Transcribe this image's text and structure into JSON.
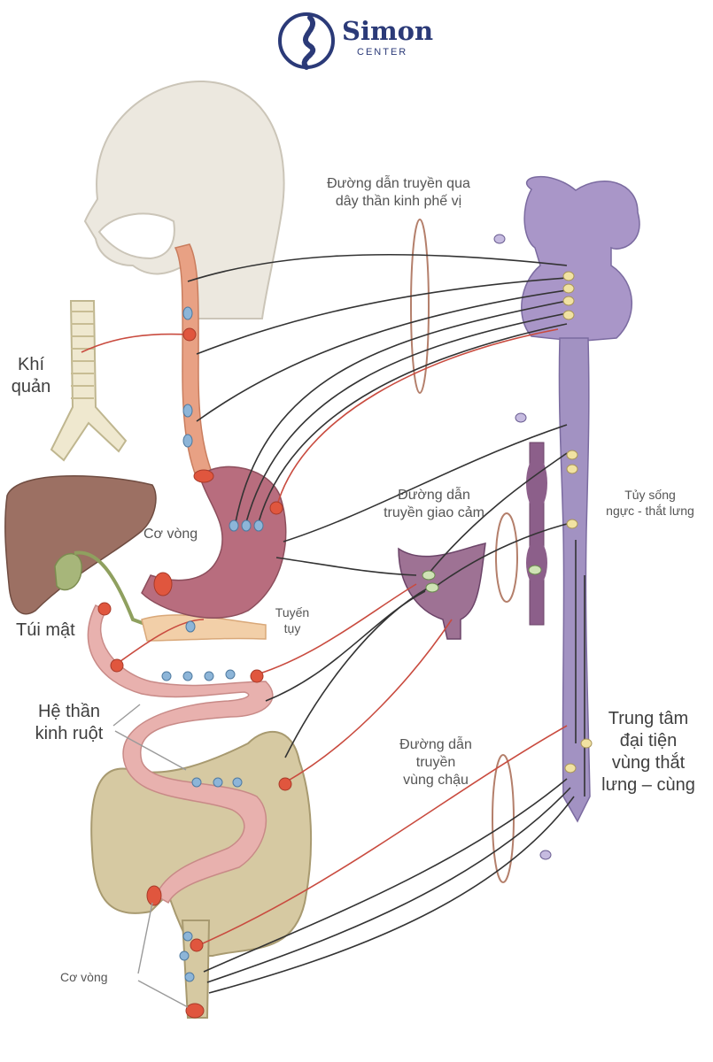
{
  "logo": {
    "name": "Simon",
    "sub": "CENTER",
    "icon": "spine-logo-icon",
    "color": "#2b3a78"
  },
  "labels": {
    "vagal_line1": "Đường dẫn truyền qua",
    "vagal_line2": "dây thần kinh phế vị",
    "trachea_line1": "Khí",
    "trachea_line2": "quản",
    "sphincter_top": "Cơ vòng",
    "sympathetic_line1": "Đường dẫn",
    "sympathetic_line2": "truyền giao cảm",
    "spinal_line1": "Tủy sống",
    "spinal_line2": "ngực - thắt lưng",
    "gallbladder": "Túi mật",
    "pancreas_line1": "Tuyến",
    "pancreas_line2": "tụy",
    "enteric_line1": "Hệ thần",
    "enteric_line2": "kinh ruột",
    "pelvic_line1": "Đường dẫn",
    "pelvic_line2": "truyền",
    "pelvic_line3": "vùng chậu",
    "defecation_line1": "Trung tâm",
    "defecation_line2": "đại tiện",
    "defecation_line3": "vùng thắt",
    "defecation_line4": "lưng – cùng",
    "sphincter_bottom": "Cơ vòng"
  },
  "colors": {
    "head": "#ece8df",
    "esophagus": "#e8a184",
    "stomach": "#b86d7e",
    "liver": "#9c7063",
    "gallbladder": "#a7b67a",
    "small_intestine": "#e8b1ae",
    "colon": "#d6c9a2",
    "pancreas": "#f2cfa8",
    "brain": "#a996c8",
    "spinal_cord": "#a292c2",
    "ganglion": "#8c5f8a",
    "nerve_dark": "#333333",
    "nerve_red": "#c94b3f",
    "neuron_blue": "#8db5d8",
    "neuron_yellow": "#f1e2a2",
    "sphincter": "#e0563e"
  }
}
